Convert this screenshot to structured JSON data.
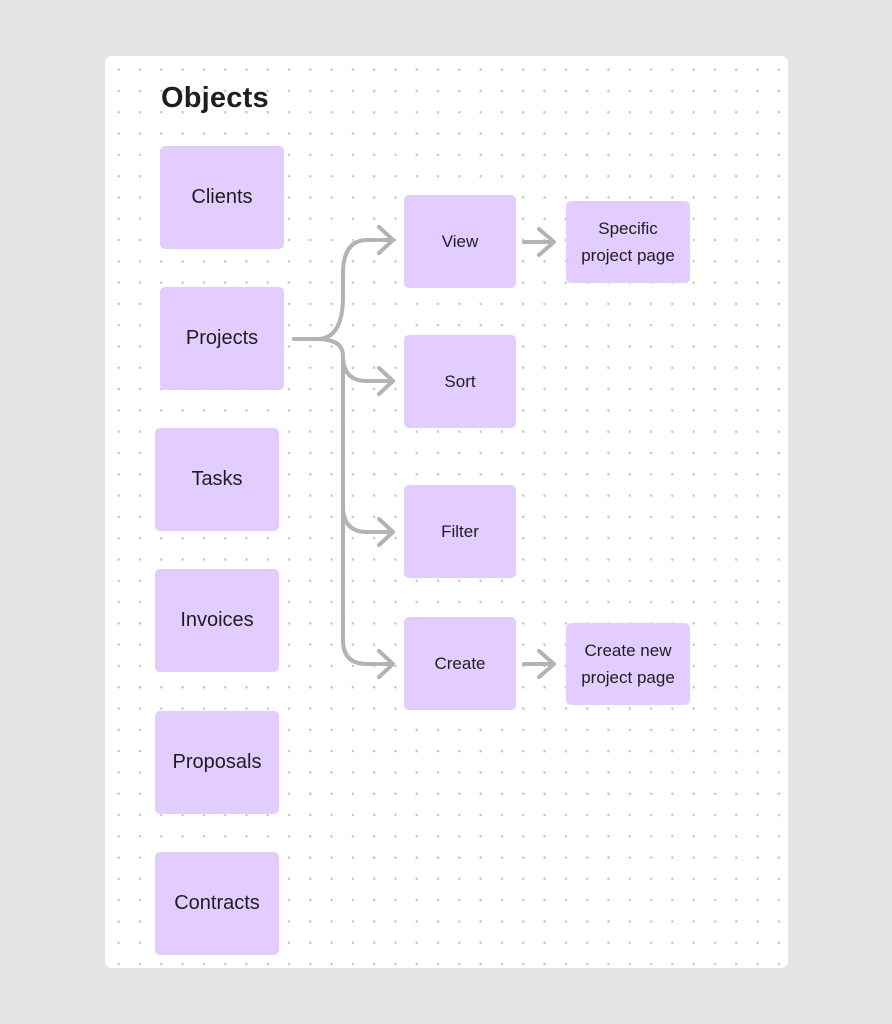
{
  "board": {
    "title": "Objects"
  },
  "objects": [
    {
      "id": "clients",
      "label": "Clients"
    },
    {
      "id": "projects",
      "label": "Projects"
    },
    {
      "id": "tasks",
      "label": "Tasks"
    },
    {
      "id": "invoices",
      "label": "Invoices"
    },
    {
      "id": "proposals",
      "label": "Proposals"
    },
    {
      "id": "contracts",
      "label": "Contracts"
    }
  ],
  "actions": [
    {
      "id": "view",
      "label": "View"
    },
    {
      "id": "sort",
      "label": "Sort"
    },
    {
      "id": "filter",
      "label": "Filter"
    },
    {
      "id": "create",
      "label": "Create"
    }
  ],
  "destinations": [
    {
      "id": "specific-project-page",
      "label": "Specific project page"
    },
    {
      "id": "create-new-project-page",
      "label": "Create new project page"
    }
  ],
  "connections": [
    {
      "from": "projects",
      "to": "view"
    },
    {
      "from": "projects",
      "to": "sort"
    },
    {
      "from": "projects",
      "to": "filter"
    },
    {
      "from": "projects",
      "to": "create"
    },
    {
      "from": "view",
      "to": "specific-project-page"
    },
    {
      "from": "create",
      "to": "create-new-project-page"
    }
  ],
  "colors": {
    "canvas_background": "#e5e5e5",
    "board_background": "#ffffff",
    "grid_dot": "#c9c9c9",
    "sticky_fill": "#e3ccff",
    "connector": "#b3b3b3",
    "text": "#1e1e1e"
  }
}
